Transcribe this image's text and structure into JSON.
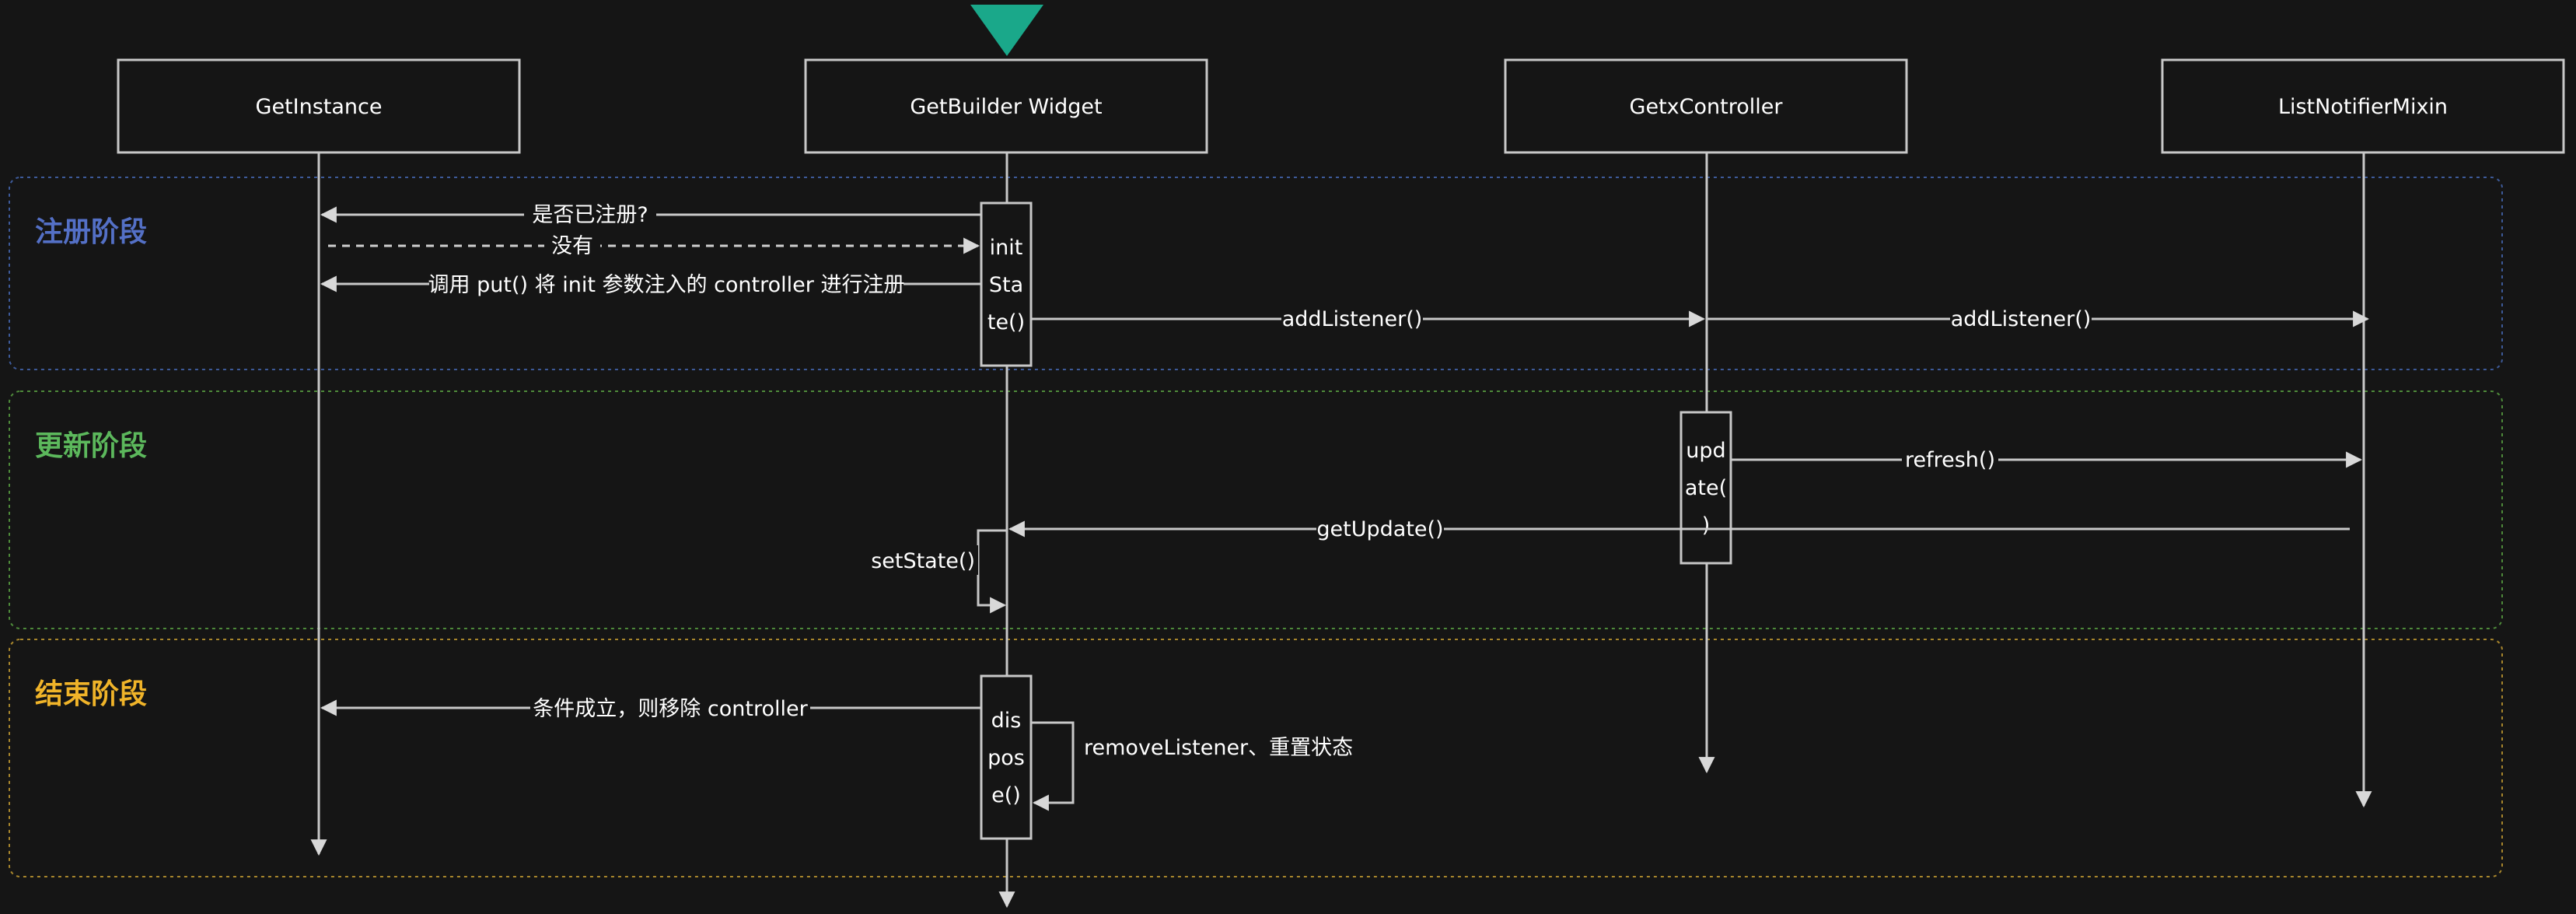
{
  "participants": [
    {
      "key": "getinstance",
      "label": "GetInstance"
    },
    {
      "key": "getbuilder",
      "label": "GetBuilder Widget"
    },
    {
      "key": "controller",
      "label": "GetxController"
    },
    {
      "key": "mixin",
      "label": "ListNotifierMixin"
    }
  ],
  "phases": [
    {
      "key": "register",
      "title": "注册阶段",
      "color": "#5470c6"
    },
    {
      "key": "update",
      "title": "更新阶段",
      "color": "#5cb85c"
    },
    {
      "key": "end",
      "title": "结束阶段",
      "color": "#f0b429"
    }
  ],
  "activations": [
    {
      "key": "init-state",
      "lines": [
        "init",
        "Sta",
        "te()"
      ]
    },
    {
      "key": "update",
      "lines": [
        "upd",
        "ate(",
        ")"
      ]
    },
    {
      "key": "dispose",
      "lines": [
        "dis",
        "pos",
        "e()"
      ]
    }
  ],
  "messages": [
    {
      "key": "is-registered",
      "label": "是否已注册?"
    },
    {
      "key": "not-registered",
      "label": "没有"
    },
    {
      "key": "call-put",
      "label": "调用 put() 将 init 参数注入的 controller 进行注册"
    },
    {
      "key": "add-listener-1",
      "label": "addListener()"
    },
    {
      "key": "add-listener-2",
      "label": "addListener()"
    },
    {
      "key": "refresh",
      "label": "refresh()"
    },
    {
      "key": "get-update",
      "label": "getUpdate()"
    },
    {
      "key": "set-state",
      "label": "setState()"
    },
    {
      "key": "remove-controller",
      "label": "条件成立，则移除 controller"
    },
    {
      "key": "remove-listener",
      "label": "removeListener、重置状态"
    }
  ],
  "colors": {
    "background": "#151515",
    "line": "#c8c8c8",
    "marker": "#1aa88a"
  }
}
